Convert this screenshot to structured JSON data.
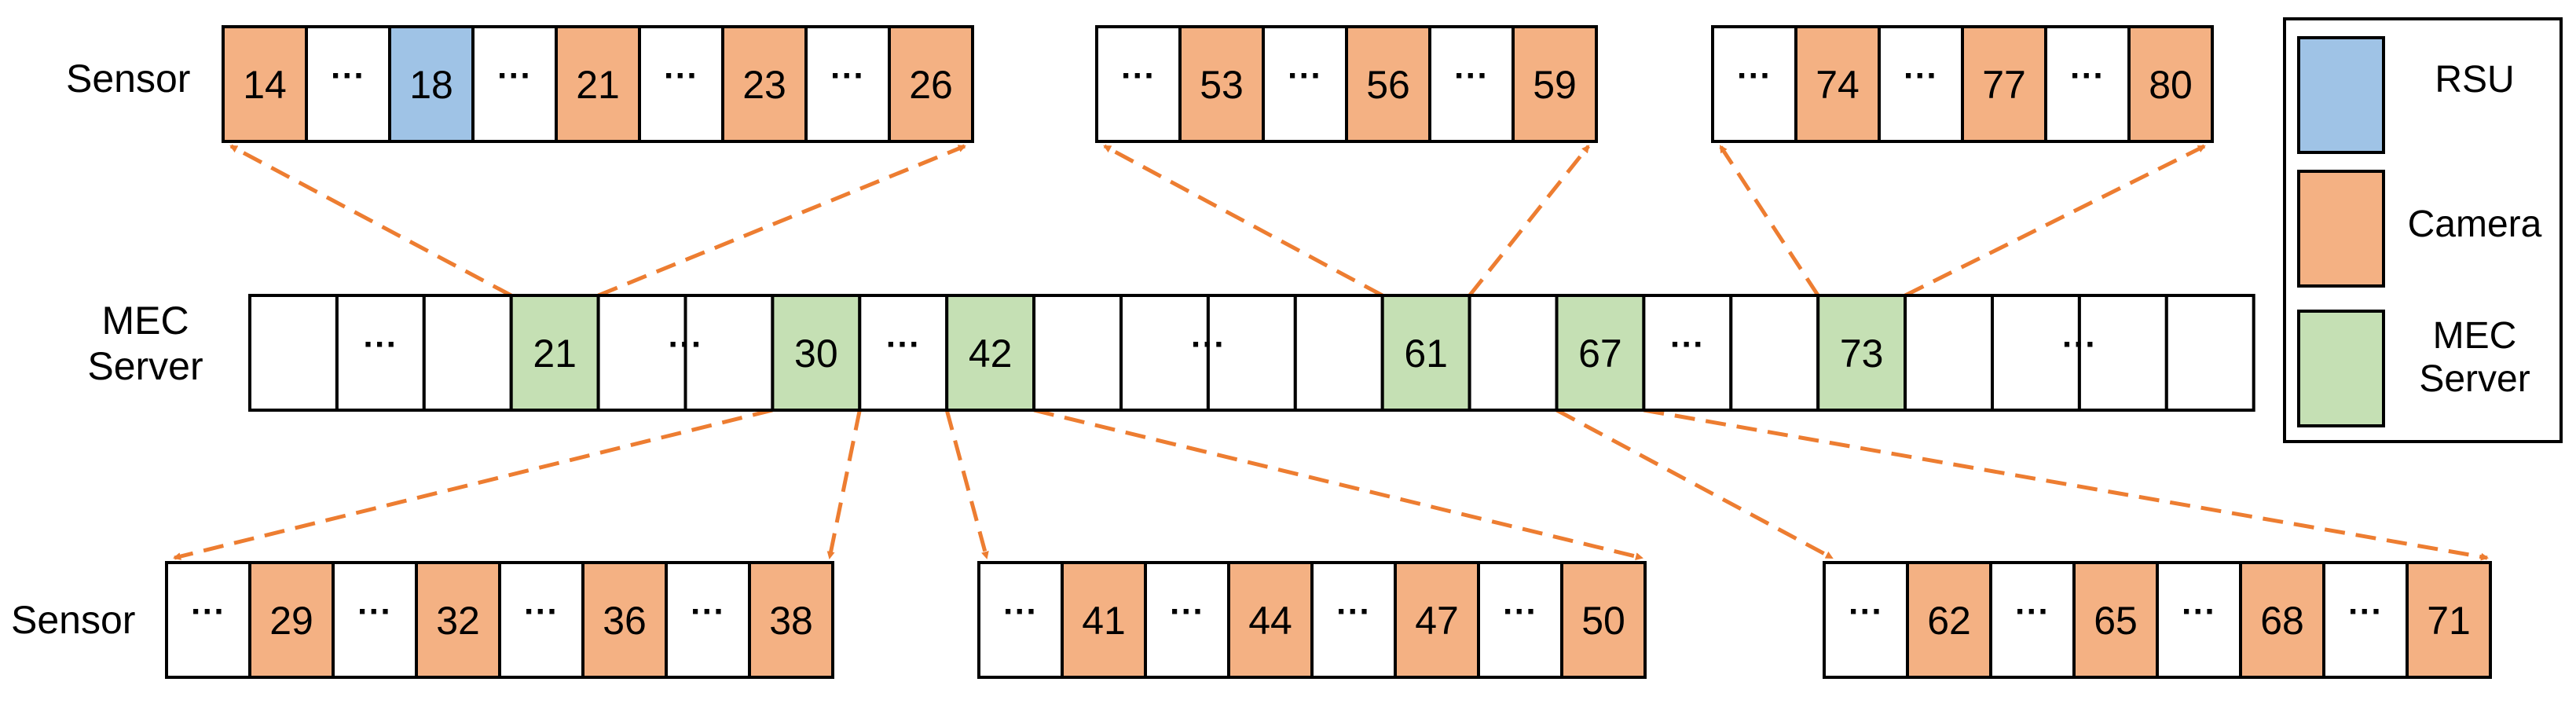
{
  "colors": {
    "rsu": "#9fc3e6",
    "camera": "#f4b183",
    "mec": "#c5e0b4",
    "empty": "#ffffff",
    "arrow": "#ed7d31",
    "border": "#000000"
  },
  "labels": {
    "sensor_top": "Sensor",
    "mec_line1": "MEC",
    "mec_line2": "Server",
    "sensor_bottom": "Sensor"
  },
  "legend": {
    "rsu": "RSU",
    "camera": "Camera",
    "mec_line1": "MEC",
    "mec_line2": "Server"
  },
  "top_sensor_groups": [
    {
      "cells": [
        {
          "label": "14",
          "type": "camera"
        },
        {
          "label": "···",
          "type": "empty"
        },
        {
          "label": "18",
          "type": "rsu"
        },
        {
          "label": "···",
          "type": "empty"
        },
        {
          "label": "21",
          "type": "camera"
        },
        {
          "label": "···",
          "type": "empty"
        },
        {
          "label": "23",
          "type": "camera"
        },
        {
          "label": "···",
          "type": "empty"
        },
        {
          "label": "26",
          "type": "camera"
        }
      ]
    },
    {
      "cells": [
        {
          "label": "···",
          "type": "empty"
        },
        {
          "label": "53",
          "type": "camera"
        },
        {
          "label": "···",
          "type": "empty"
        },
        {
          "label": "56",
          "type": "camera"
        },
        {
          "label": "···",
          "type": "empty"
        },
        {
          "label": "59",
          "type": "camera"
        }
      ]
    },
    {
      "cells": [
        {
          "label": "···",
          "type": "empty"
        },
        {
          "label": "74",
          "type": "camera"
        },
        {
          "label": "···",
          "type": "empty"
        },
        {
          "label": "77",
          "type": "camera"
        },
        {
          "label": "···",
          "type": "empty"
        },
        {
          "label": "80",
          "type": "camera"
        }
      ]
    }
  ],
  "mec_row": [
    {
      "label": "",
      "type": "empty"
    },
    {
      "label": "···",
      "type": "empty"
    },
    {
      "label": "",
      "type": "empty"
    },
    {
      "label": "21",
      "type": "mec"
    },
    {
      "label": "",
      "type": "empty"
    },
    {
      "label": "",
      "type": "empty"
    },
    {
      "label": "30",
      "type": "mec"
    },
    {
      "label": "···",
      "type": "empty"
    },
    {
      "label": "42",
      "type": "mec"
    },
    {
      "label": "",
      "type": "empty"
    },
    {
      "label": "",
      "type": "empty"
    },
    {
      "label": "",
      "type": "empty"
    },
    {
      "label": "",
      "type": "empty"
    },
    {
      "label": "61",
      "type": "mec"
    },
    {
      "label": "",
      "type": "empty"
    },
    {
      "label": "67",
      "type": "mec"
    },
    {
      "label": "···",
      "type": "empty"
    },
    {
      "label": "",
      "type": "empty"
    },
    {
      "label": "73",
      "type": "mec"
    },
    {
      "label": "",
      "type": "empty"
    },
    {
      "label": "",
      "type": "empty"
    },
    {
      "label": "",
      "type": "empty"
    },
    {
      "label": "",
      "type": "empty"
    }
  ],
  "mec_row_boundary_dots": [
    "···",
    "···",
    "···"
  ],
  "bottom_sensor_groups": [
    {
      "cells": [
        {
          "label": "···",
          "type": "empty"
        },
        {
          "label": "29",
          "type": "camera"
        },
        {
          "label": "···",
          "type": "empty"
        },
        {
          "label": "32",
          "type": "camera"
        },
        {
          "label": "···",
          "type": "empty"
        },
        {
          "label": "36",
          "type": "camera"
        },
        {
          "label": "···",
          "type": "empty"
        },
        {
          "label": "38",
          "type": "camera"
        }
      ]
    },
    {
      "cells": [
        {
          "label": "···",
          "type": "empty"
        },
        {
          "label": "41",
          "type": "camera"
        },
        {
          "label": "···",
          "type": "empty"
        },
        {
          "label": "44",
          "type": "camera"
        },
        {
          "label": "···",
          "type": "empty"
        },
        {
          "label": "47",
          "type": "camera"
        },
        {
          "label": "···",
          "type": "empty"
        },
        {
          "label": "50",
          "type": "camera"
        }
      ]
    },
    {
      "cells": [
        {
          "label": "···",
          "type": "empty"
        },
        {
          "label": "62",
          "type": "camera"
        },
        {
          "label": "···",
          "type": "empty"
        },
        {
          "label": "65",
          "type": "camera"
        },
        {
          "label": "···",
          "type": "empty"
        },
        {
          "label": "68",
          "type": "camera"
        },
        {
          "label": "···",
          "type": "empty"
        },
        {
          "label": "71",
          "type": "camera"
        }
      ]
    }
  ]
}
